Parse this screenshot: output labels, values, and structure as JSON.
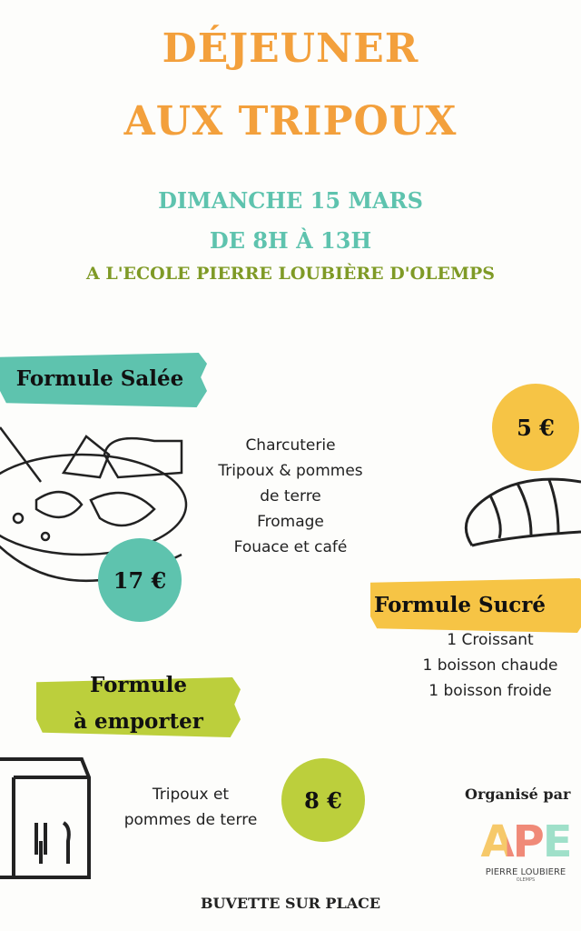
{
  "title": {
    "line1": "DÉJEUNER",
    "line2": "AUX TRIPOUX"
  },
  "event": {
    "date": "DIMANCHE 15 MARS",
    "hours": "DE 8H À 13H",
    "place": "A L'ECOLE PIERRE LOUBIÈRE D'OLEMPS"
  },
  "salee": {
    "label": "Formule Salée",
    "items": [
      "Charcuterie",
      "Tripoux & pommes",
      "de terre",
      "Fromage",
      "Fouace et café"
    ],
    "price": "17 €"
  },
  "sucree": {
    "label": "Formule Sucré",
    "items": [
      "1 Croissant",
      "1 boisson chaude",
      "1 boisson froide"
    ],
    "price": "5 €"
  },
  "emporter": {
    "label_line1": "Formule",
    "label_line2": "à emporter",
    "items": [
      "Tripoux et",
      "pommes de terre"
    ],
    "price": "8 €"
  },
  "organiser": {
    "label": "Organisé par",
    "logo_letters": "APE",
    "logo_name": "PIERRE LOUBIERE",
    "logo_town": "OLEMPS"
  },
  "footer": "BUVETTE SUR PLACE",
  "colors": {
    "orange": "#f3a03c",
    "teal": "#5ec3ae",
    "green": "#bccf3c",
    "yellow": "#f6c445",
    "olive": "#7f9a26"
  }
}
